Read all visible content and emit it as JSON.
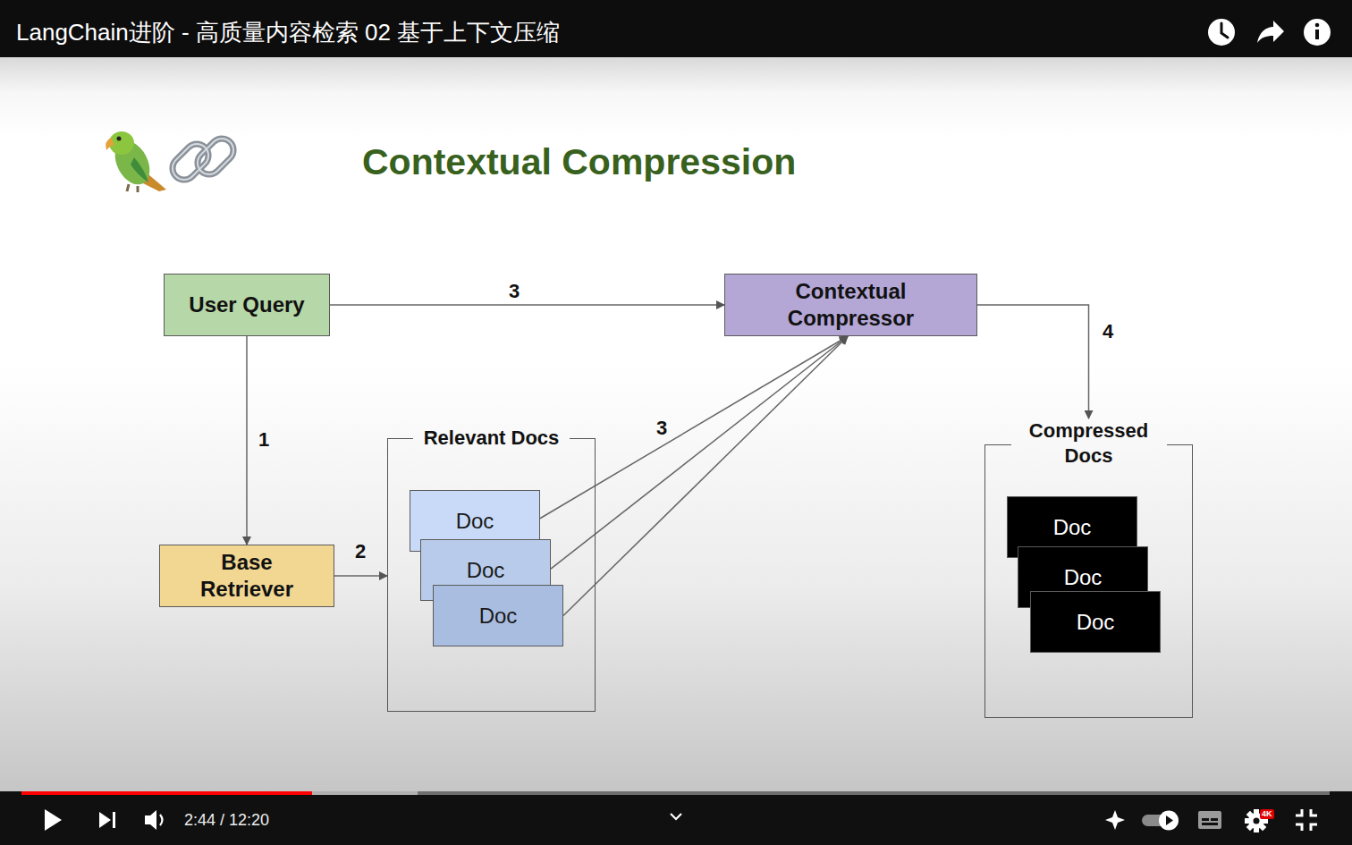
{
  "diagram": {
    "title": "Contextual Compression",
    "nodes": [
      {
        "text": [
          "User Query"
        ]
      },
      {
        "text": [
          "Contextual Compressor"
        ]
      },
      {
        "text": [
          "Relevant Docs"
        ]
      },
      {
        "text": [
          "Doc"
        ],
        "in": 2
      },
      {
        "text": [
          "Doc"
        ],
        "in": 2
      },
      {
        "text": [
          "Doc"
        ],
        "in": 2
      },
      {
        "text": [
          "Compressed Docs"
        ]
      },
      {
        "text": [
          "Doc"
        ],
        "in": 6
      },
      {
        "text": [
          "Doc"
        ],
        "in": 6
      },
      {
        "text": [
          "Doc"
        ],
        "in": 6
      },
      {
        "text": [
          "Base Retriever"
        ]
      }
    ],
    "edges": [
      {
        "from": 0,
        "to": 10,
        "label": "1",
        "arrow": "to"
      },
      {
        "from": 10,
        "to": 2,
        "label": "2",
        "arrow": "to"
      },
      {
        "from": 0,
        "to": 1,
        "label": "3",
        "arrow": "to"
      },
      {
        "from": 3,
        "to": 1,
        "label": "3",
        "arrow": "to"
      },
      {
        "from": 4,
        "to": 1,
        "arrow": "to"
      },
      {
        "from": 5,
        "to": 1,
        "arrow": "to"
      },
      {
        "from": 1,
        "to": 6,
        "label": "4",
        "arrow": "to"
      }
    ],
    "labels": [
      "LangChain进阶 - 高质量内容检索 02 基于上下文压缩",
      "2:44 / 12:20",
      "4K"
    ]
  }
}
